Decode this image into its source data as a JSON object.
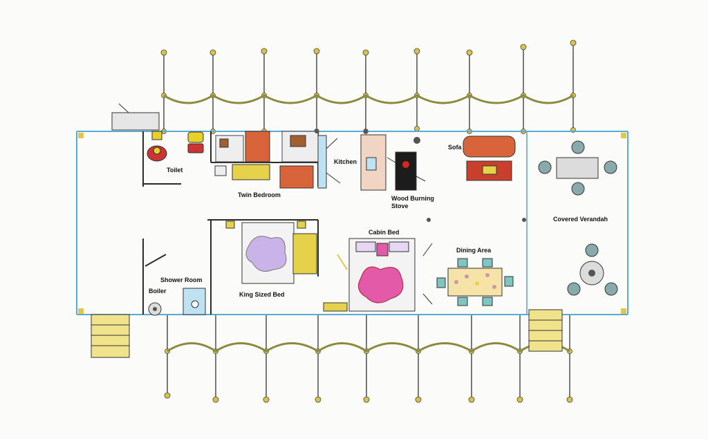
{
  "labels": {
    "toilet": "Toilet",
    "twin_bedroom": "Twin Bedroom",
    "kitchen": "Kitchen",
    "wood_burning_stove": "Wood Burning Stove",
    "sofa": "Sofa",
    "covered_verandah": "Covered Verandah",
    "shower_room": "Shower Room",
    "boiler": "Boiler",
    "king_sized_bed": "King Sized Bed",
    "cabin_bed": "Cabin Bed",
    "dining_area": "Dining Area"
  },
  "colors": {
    "wall": "#3a3a3a",
    "verandah_edge": "#5aa9d6",
    "pole_cap": "#d8c24a",
    "rope": "#8a8a3c",
    "bed_orange": "#d9643a",
    "rug_yellow": "#e6d24a",
    "rug_purple": "#c9b3e8",
    "rug_pink": "#e35aa8",
    "sofa_red": "#c8402c",
    "chair_teal": "#7fc6c0",
    "table_gray": "#dcdcdc"
  }
}
